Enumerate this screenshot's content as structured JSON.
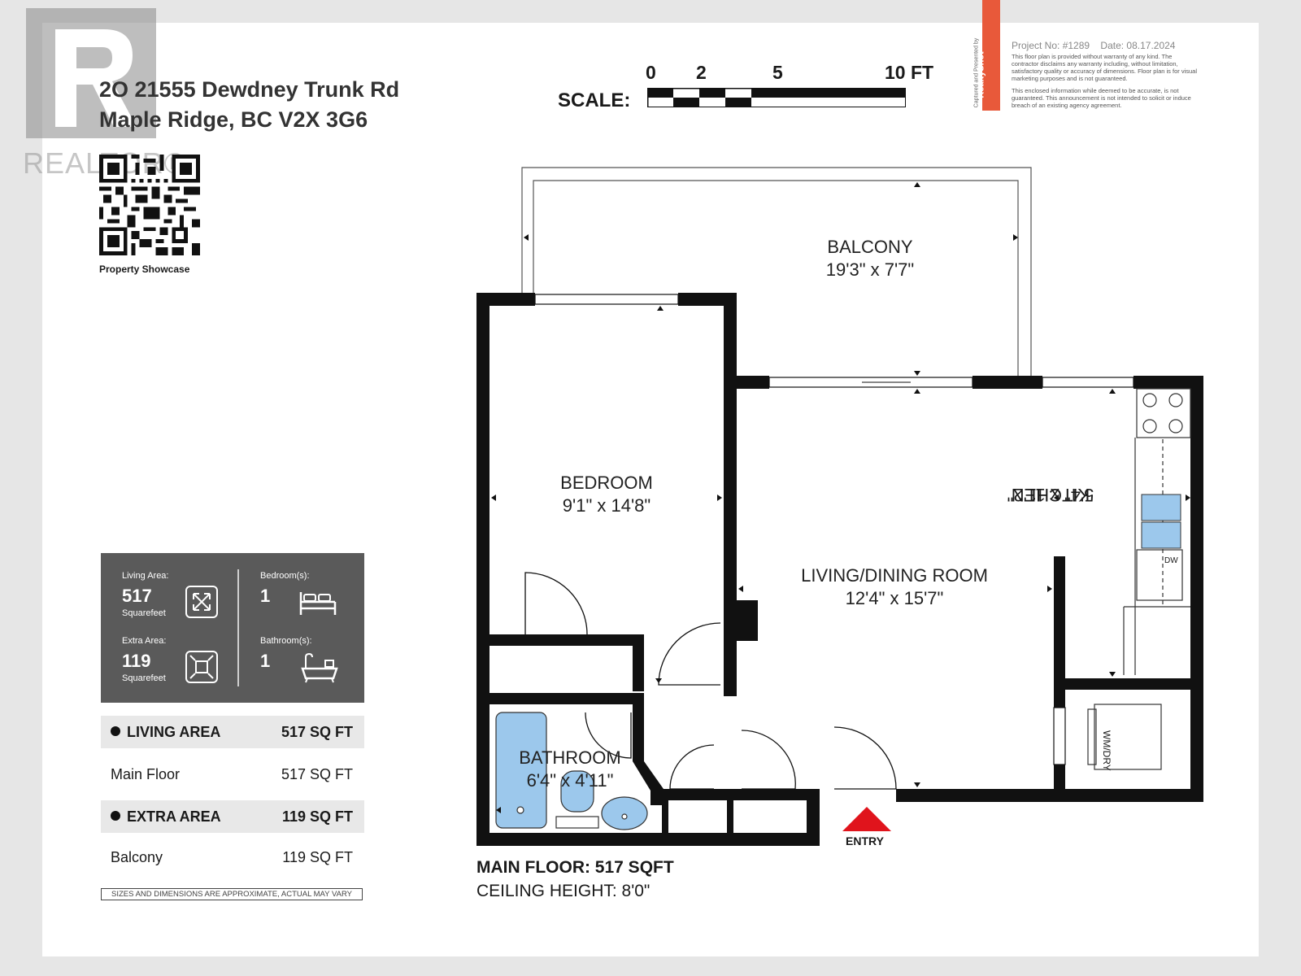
{
  "watermark": {
    "text": "REALTOR®"
  },
  "address": {
    "line1": "2O 21555 Dewdney Trunk Rd",
    "line2": "Maple Ridge, BC V2X 3G6"
  },
  "qr": {
    "caption": "Property Showcase"
  },
  "scale": {
    "label": "SCALE:",
    "ticks": [
      "0",
      "2",
      "5",
      "10 FT"
    ]
  },
  "brand": {
    "side_text": "Captured and Presented by",
    "name": "RealtyShot"
  },
  "disclaimer": {
    "project": "Project No: #1289",
    "date": "Date: 08.17.2024",
    "p1": "This floor plan is provided without warranty of any kind. The contractor disclaims any warranty including, without limitation, satisfactory quality or accuracy of dimensions. Floor plan is for visual marketing purposes and is not guaranteed.",
    "p2": "This enclosed information while deemed to be accurate, is not guaranteed. This announcement is not intended to solicit or induce breach of an existing agency agreement."
  },
  "stats": {
    "living": {
      "label": "Living Area:",
      "value": "517",
      "unit": "Squarefeet",
      "icon": "expand-arrows-icon"
    },
    "extra": {
      "label": "Extra Area:",
      "value": "119",
      "unit": "Squarefeet",
      "icon": "compress-arrows-icon"
    },
    "bedrooms": {
      "label": "Bedroom(s):",
      "value": "1",
      "icon": "bed-icon"
    },
    "bathrooms": {
      "label": "Bathroom(s):",
      "value": "1",
      "icon": "bathtub-icon"
    }
  },
  "areas": {
    "living_head": {
      "name": "LIVING AREA",
      "value": "517 SQ FT"
    },
    "main_floor": {
      "name": "Main Floor",
      "value": "517 SQ FT"
    },
    "extra_head": {
      "name": "EXTRA AREA",
      "value": "119 SQ FT"
    },
    "balcony": {
      "name": "Balcony",
      "value": "119 SQ FT"
    }
  },
  "approx_note": "SIZES AND DIMENSIONS ARE APPROXIMATE, ACTUAL MAY VARY",
  "rooms": {
    "balcony": {
      "name": "BALCONY",
      "dims": "19'3\" x 7'7\""
    },
    "bedroom": {
      "name": "BEDROOM",
      "dims": "9'1\" x 14'8\""
    },
    "living": {
      "name": "LIVING/DINING ROOM",
      "dims": "12'4\" x 15'7\""
    },
    "kitchen": {
      "name": "KITCHEN",
      "dims": "5'4\" x 11'2\""
    },
    "bathroom": {
      "name": "BATHROOM",
      "dims": "6'4\" x 4'11\""
    }
  },
  "fixtures": {
    "dishwasher": "DW",
    "washer_dryer": "WM/DRY"
  },
  "entry": {
    "label": "ENTRY",
    "color": "#e0141c"
  },
  "summary": {
    "main_floor": "MAIN FLOOR: 517 SQFT",
    "ceiling": "CEILING HEIGHT: 8'0\""
  },
  "colors": {
    "stats_bg": "#5a5a5a",
    "brand": "#e8593a",
    "tub": "#9cc8ec"
  }
}
